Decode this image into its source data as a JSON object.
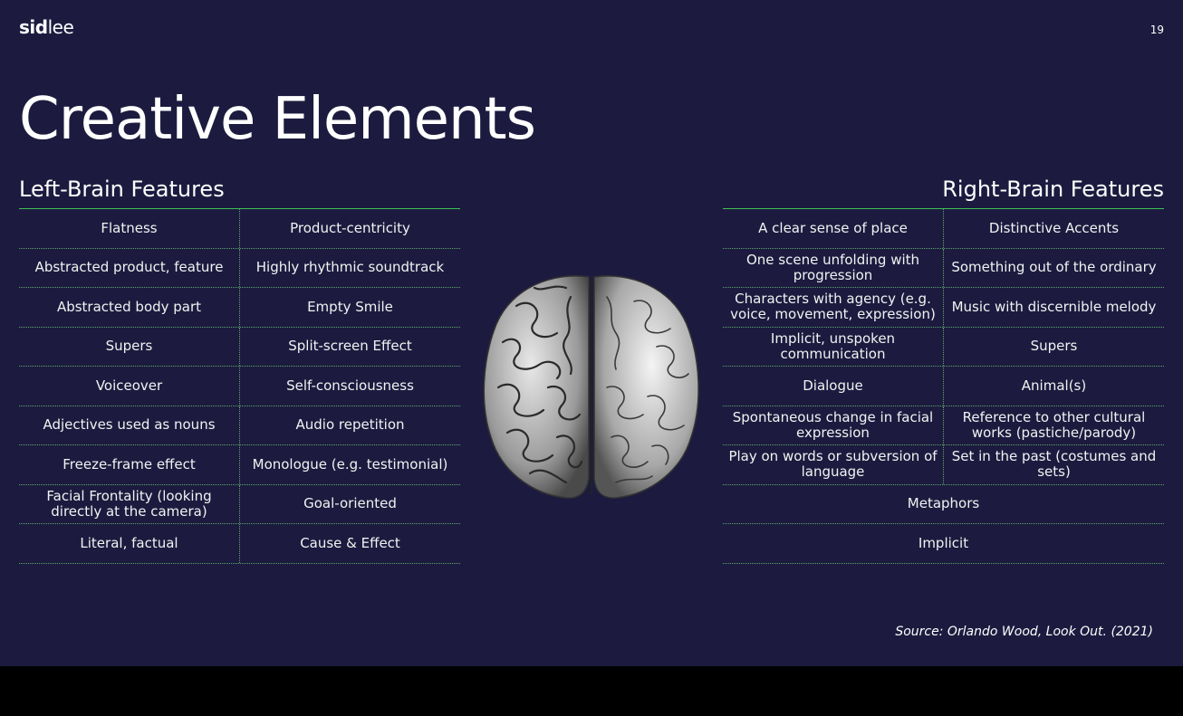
{
  "logo": {
    "bold": "sid",
    "light": "lee"
  },
  "page_number": "19",
  "title": "Creative Elements",
  "left": {
    "heading": "Left-Brain Features",
    "rows": [
      [
        "Flatness",
        "Product-centricity"
      ],
      [
        "Abstracted product, feature",
        "Highly rhythmic soundtrack"
      ],
      [
        "Abstracted body part",
        "Empty Smile"
      ],
      [
        "Supers",
        "Split-screen Effect"
      ],
      [
        "Voiceover",
        "Self-consciousness"
      ],
      [
        "Adjectives used as nouns",
        "Audio repetition"
      ],
      [
        "Freeze-frame effect",
        "Monologue (e.g. testimonial)"
      ],
      [
        "Facial Frontality (looking directly at the camera)",
        "Goal-oriented"
      ],
      [
        "Literal, factual",
        "Cause & Effect"
      ]
    ]
  },
  "right": {
    "heading": "Right-Brain Features",
    "rows": [
      [
        "A clear sense of place",
        "Distinctive Accents"
      ],
      [
        "One scene unfolding with progression",
        "Something out of the ordinary"
      ],
      [
        "Characters with agency (e.g. voice, movement, expression)",
        "Music with discernible melody"
      ],
      [
        "Implicit, unspoken communication",
        "Supers"
      ],
      [
        "Dialogue",
        "Animal(s)"
      ],
      [
        "Spontaneous change in facial expression",
        "Reference to other cultural works (pastiche/parody)"
      ],
      [
        "Play on words or subversion of language",
        "Set in the past (costumes and sets)"
      ],
      [
        "Metaphors"
      ],
      [
        "Implicit"
      ]
    ]
  },
  "source": "Source: Orlando Wood, Look Out. (2021)",
  "colors": {
    "background": "#1c1b3f",
    "accent": "#3fbf55"
  }
}
